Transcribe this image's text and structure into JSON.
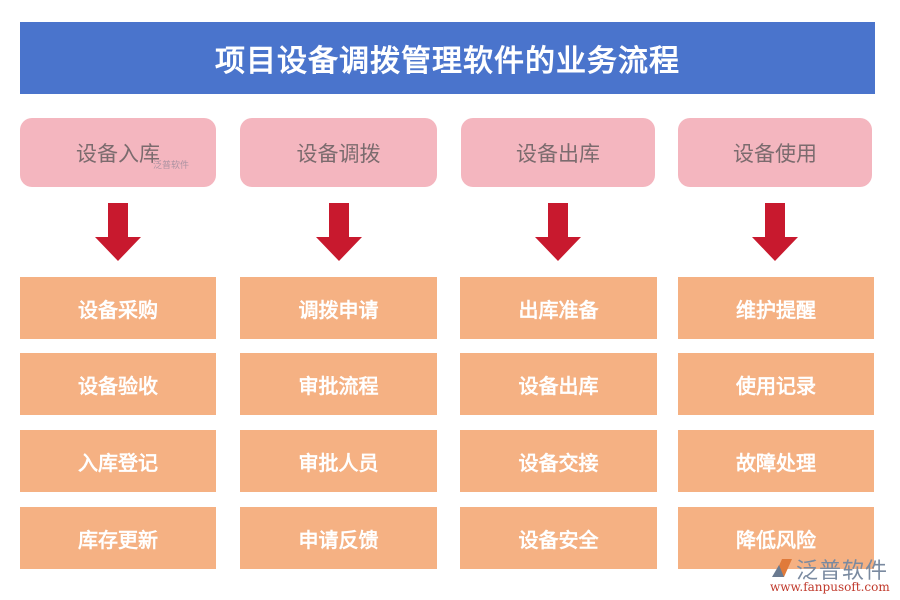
{
  "title": "项目设备调拨管理软件的业务流程",
  "columns": [
    {
      "stage": "设备入库",
      "steps": [
        "设备采购",
        "设备验收",
        "入库登记",
        "库存更新"
      ]
    },
    {
      "stage": "设备调拨",
      "steps": [
        "调拨申请",
        "审批流程",
        "审批人员",
        "申请反馈"
      ]
    },
    {
      "stage": "设备出库",
      "steps": [
        "出库准备",
        "设备出库",
        "设备交接",
        "设备安全"
      ]
    },
    {
      "stage": "设备使用",
      "steps": [
        "维护提醒",
        "使用记录",
        "故障处理",
        "降低风险"
      ]
    }
  ],
  "watermark": "泛普软件",
  "logo": {
    "name": "泛普软件",
    "url": "www.fanpusoft.com"
  },
  "colors": {
    "header": "#4a74cc",
    "stage": "#f4b6bf",
    "step": "#f5b183",
    "arrow": "#c8192e"
  }
}
